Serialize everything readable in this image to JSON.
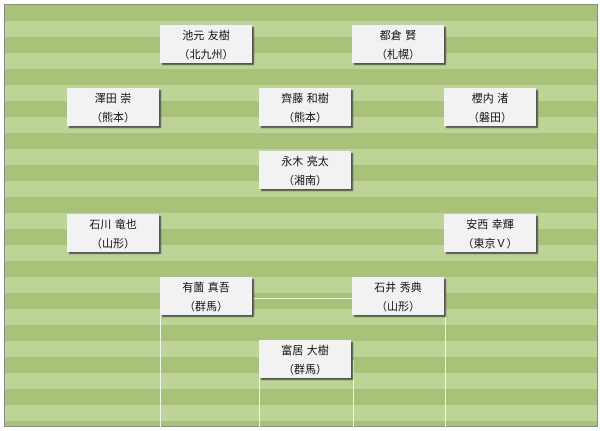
{
  "players": [
    {
      "name": "池元 友樹",
      "club": "（北九州）"
    },
    {
      "name": "都倉 賢",
      "club": "（札幌）"
    },
    {
      "name": "澤田 崇",
      "club": "（熊本）"
    },
    {
      "name": "齊藤 和樹",
      "club": "（熊本）"
    },
    {
      "name": "櫻内 渚",
      "club": "（磐田）"
    },
    {
      "name": "永木 亮太",
      "club": "（湘南）"
    },
    {
      "name": "石川 竜也",
      "club": "（山形）"
    },
    {
      "name": "安西 幸輝",
      "club": "（東京Ｖ）"
    },
    {
      "name": "有薗 真吾",
      "club": "（群馬）"
    },
    {
      "name": "石井 秀典",
      "club": "（山形）"
    },
    {
      "name": "富居 大樹",
      "club": "（群馬）"
    }
  ]
}
